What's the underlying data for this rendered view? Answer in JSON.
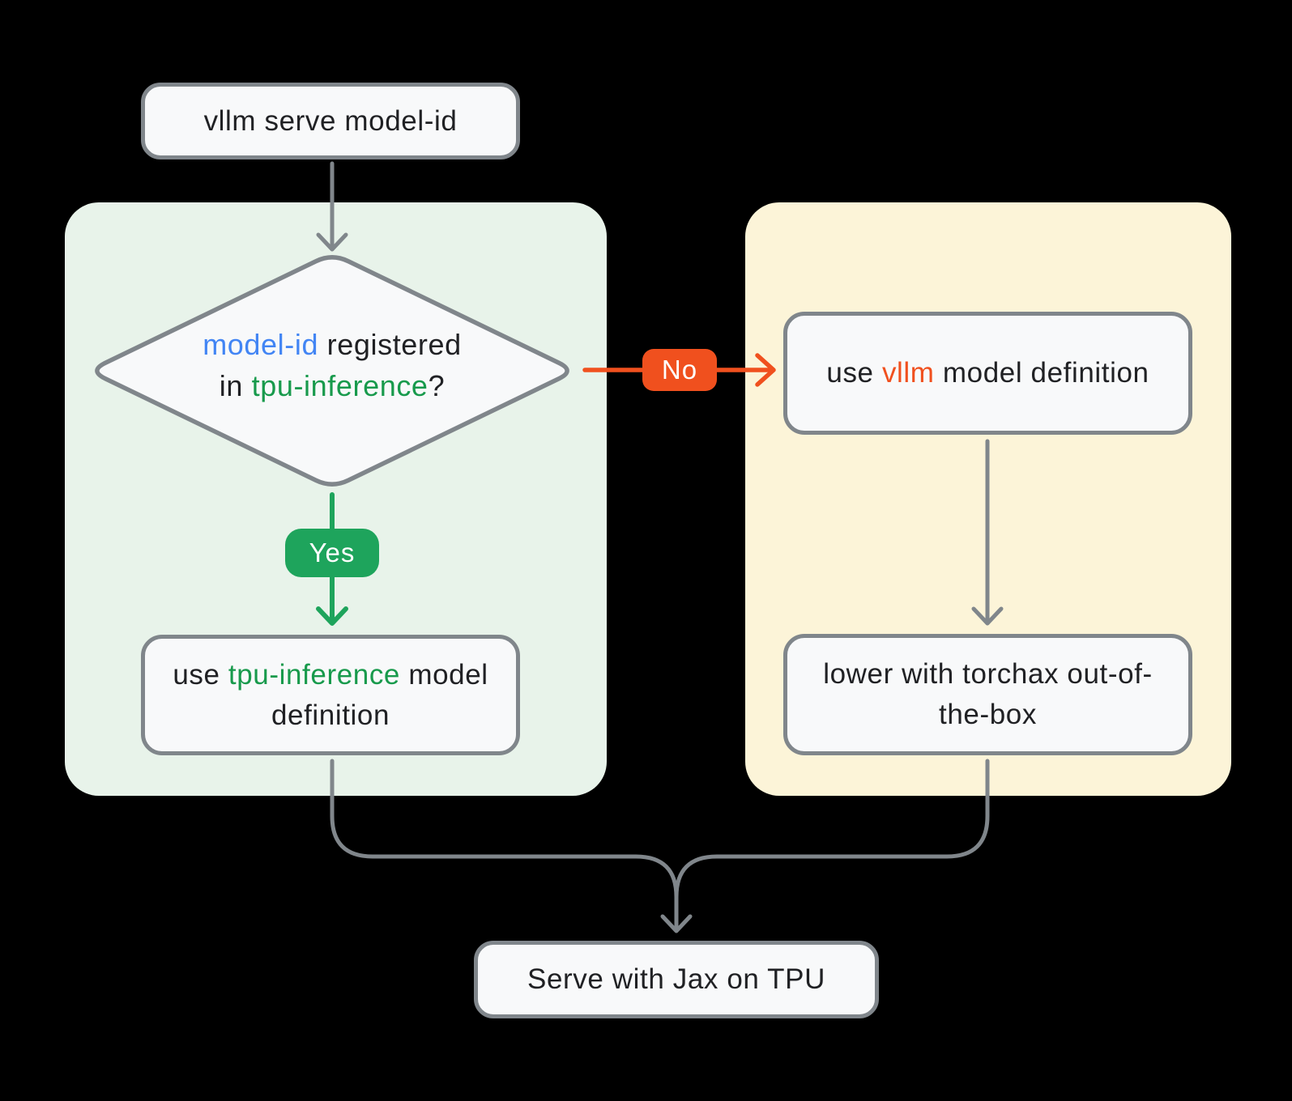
{
  "colors": {
    "bg": "#000000",
    "node-fill": "#F8F9FA",
    "node-border": "#80868B",
    "line": "#80868B",
    "panel-green": "#E8F3EA",
    "panel-yellow": "#FCF4D8",
    "accent-green": "#1EA45C",
    "text-green": "#189A4C",
    "accent-orange": "#F0501E",
    "accent-blue": "#4285F4",
    "text": "#202124",
    "badge-text": "#FFFFFF"
  },
  "flowchart": {
    "start": {
      "label": "vllm serve model-id"
    },
    "decision": {
      "line1_highlight": "model-id",
      "line1_rest": " registered",
      "line2_prefix": "in ",
      "line2_highlight": "tpu-inference",
      "line2_suffix": "?"
    },
    "yes_badge": {
      "label": "Yes"
    },
    "no_badge": {
      "label": "No"
    },
    "tpu_model_node": {
      "prefix": "use ",
      "highlight": "tpu-inference",
      "suffix": " model definition"
    },
    "vllm_model_node": {
      "prefix": "use ",
      "highlight": "vllm",
      "suffix": " model definition"
    },
    "torchax_node": {
      "label": "lower with torchax out-of-the-box"
    },
    "serve_node": {
      "label": "Serve with Jax on TPU"
    }
  }
}
